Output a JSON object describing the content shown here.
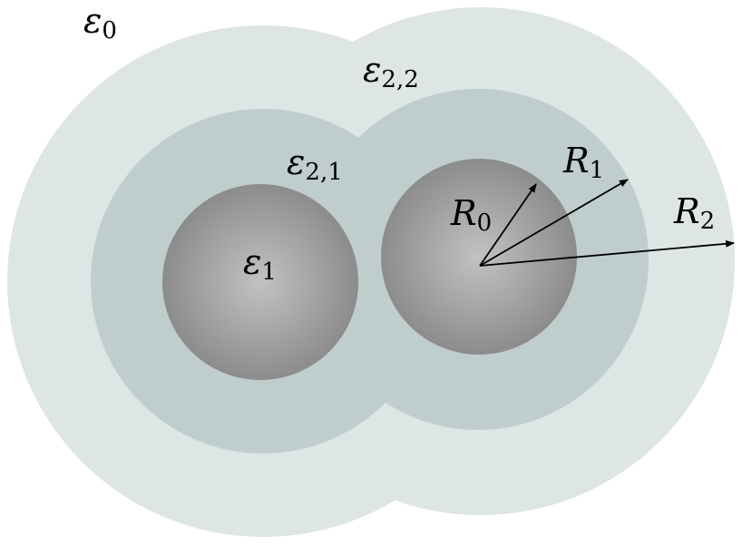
{
  "labels": {
    "eps0": {
      "main": "ε",
      "sub": "0"
    },
    "eps22": {
      "main": "ε",
      "sub": "2,2"
    },
    "eps21": {
      "main": "ε",
      "sub": "2,1"
    },
    "eps1": {
      "main": "ε",
      "sub": "1"
    },
    "r0": {
      "main": "R",
      "sub": "0"
    },
    "r1": {
      "main": "R",
      "sub": "1"
    },
    "r2": {
      "main": "R",
      "sub": "2"
    }
  },
  "colors": {
    "outer_shell": "#dde5e5",
    "middle_shell": "#bfcdcd",
    "core_center": "#c2c2c2",
    "core_edge": "#8c8c8c",
    "arrow": "#000000"
  }
}
